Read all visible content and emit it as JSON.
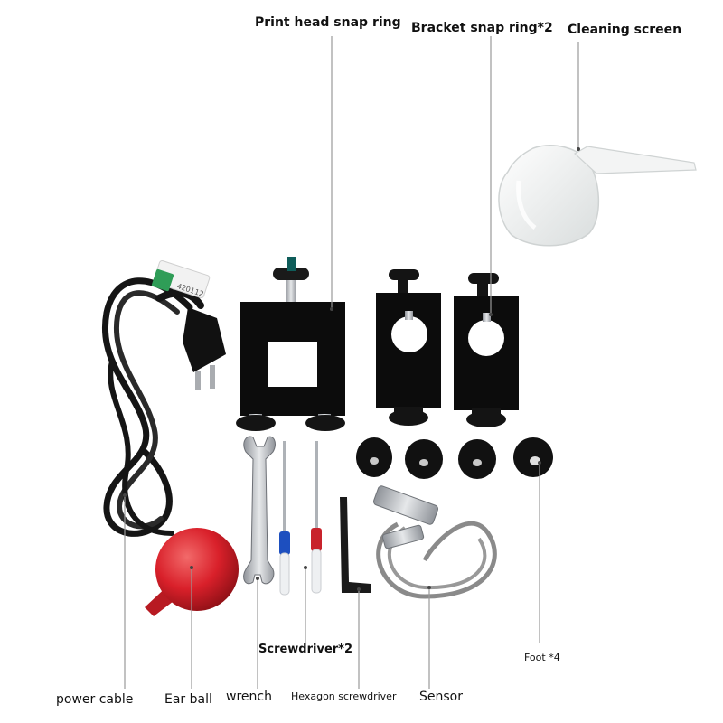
{
  "labels": {
    "print_head_snap_ring": "Print head snap ring",
    "bracket_snap_ring": "Bracket snap ring*2",
    "cleaning_screen": "Cleaning screen",
    "power_cable": "power cable",
    "ear_ball": "Ear ball",
    "wrench": "wrench",
    "screwdriver": "Screwdriver*2",
    "hexagon_screwdriver": "Hexagon screwdriver",
    "sensor": "Sensor",
    "foot": "Foot *4"
  },
  "plug_tag_text": "420112",
  "colors": {
    "background": "#ffffff",
    "bracket": "#0c0c0c",
    "ear_ball": "#d9202a",
    "cable": "#151515",
    "sensor_cable": "#8a8a8a",
    "metal": "#b9bcc2",
    "bottle": "#eef0f0",
    "screwdriver_blue": "#1d4fbf",
    "screwdriver_red": "#c8232c"
  }
}
